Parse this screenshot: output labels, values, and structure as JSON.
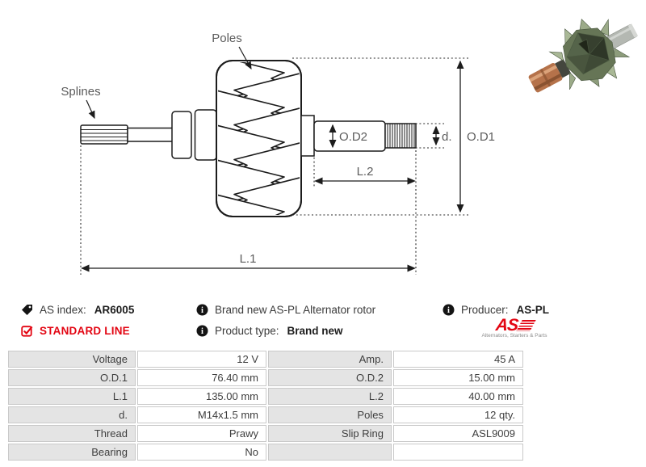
{
  "diagram": {
    "labels": {
      "poles": "Poles",
      "splines": "Splines",
      "od2": "O.D2",
      "d": "d.",
      "od1": "O.D1",
      "l2": "L.2",
      "l1": "L.1"
    }
  },
  "info": {
    "as_index_label": "AS index:",
    "as_index_value": "AR6005",
    "standard_line": "STANDARD LINE",
    "description": "Brand new AS-PL Alternator rotor",
    "product_type_label": "Product type:",
    "product_type_value": "Brand new",
    "producer_label": "Producer:",
    "producer_value": "AS-PL"
  },
  "logo": {
    "text": "AS",
    "tagline": "Alternators, Starters & Parts"
  },
  "icons": {
    "as_index": "tag-icon",
    "standard_line": "check-icon",
    "description": "info-icon",
    "product_type": "info-icon",
    "producer": "info-icon"
  },
  "colors": {
    "brand_red": "#e30613",
    "table_label_bg": "#e4e4e4",
    "table_border": "#c9c9c9",
    "diagram_line": "#1c1c1c",
    "diagram_label": "#5c5c5c"
  },
  "specs": {
    "rows": [
      {
        "label_left": "Voltage",
        "value_left": "12 V",
        "label_right": "Amp.",
        "value_right": "45 A"
      },
      {
        "label_left": "O.D.1",
        "value_left": "76.40 mm",
        "label_right": "O.D.2",
        "value_right": "15.00 mm"
      },
      {
        "label_left": "L.1",
        "value_left": "135.00 mm",
        "label_right": "L.2",
        "value_right": "40.00 mm"
      },
      {
        "label_left": "d.",
        "value_left": "M14x1.5 mm",
        "label_right": "Poles",
        "value_right": "12 qty."
      },
      {
        "label_left": "Thread",
        "value_left": "Prawy",
        "label_right": "Slip Ring",
        "value_right": "ASL9009"
      },
      {
        "label_left": "Bearing",
        "value_left": "No",
        "label_right": "",
        "value_right": ""
      }
    ]
  }
}
